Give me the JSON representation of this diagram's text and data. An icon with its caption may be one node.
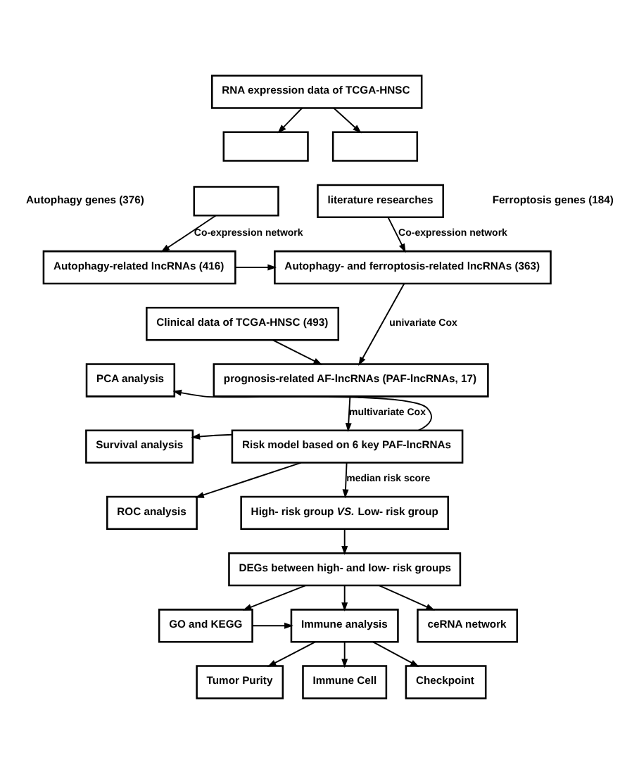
{
  "diagram": {
    "nodes": [
      {
        "text": [
          "RNA expression data of TCGA-HNSC"
        ]
      },
      {
        "text": [],
        "shape": "box"
      },
      {
        "text": [],
        "shape": "box"
      },
      {
        "text": [],
        "shape": "box"
      },
      {
        "text": [
          "literature researches"
        ]
      },
      {
        "text": [
          "Autophagy-related lncRNAs (416)"
        ]
      },
      {
        "text": [
          "Autophagy- and ferroptosis-related lncRNAs (363)"
        ]
      },
      {
        "text": [
          "Clinical data of TCGA-HNSC (493)"
        ]
      },
      {
        "text": [
          "prognosis-related AF-lncRNAs (PAF-lncRNAs, 17)"
        ]
      },
      {
        "text": [
          "PCA analysis"
        ]
      },
      {
        "text": [
          "Survival analysis"
        ]
      },
      {
        "text": [
          "ROC analysis"
        ]
      },
      {
        "text": [
          "Risk model based on 6 key PAF-lncRNAs"
        ]
      },
      {
        "text": [
          "High- risk group *VS.* Low- risk group"
        ]
      },
      {
        "text": [
          "DEGs between high- and low- risk groups"
        ]
      },
      {
        "text": [
          "GO and KEGG"
        ]
      },
      {
        "text": [
          "Immune analysis"
        ]
      },
      {
        "text": [
          "ceRNA network"
        ]
      },
      {
        "text": [
          "Tumor Purity"
        ]
      },
      {
        "text": [
          "Immune Cell"
        ]
      },
      {
        "text": [
          "Checkpoint"
        ]
      }
    ],
    "edges": [
      {
        "from": 0,
        "to": 1,
        "arrow": "to"
      },
      {
        "from": 0,
        "to": 3,
        "arrow": "to"
      },
      {
        "from": 2,
        "to": 5,
        "arrow": "to",
        "label": "Co-expression network"
      },
      {
        "from": 4,
        "to": 6,
        "arrow": "to",
        "label": "Co-expression network"
      },
      {
        "from": 5,
        "to": 6,
        "arrow": "to"
      },
      {
        "from": 6,
        "to": 8,
        "arrow": "to",
        "label": "univariate Cox"
      },
      {
        "from": 7,
        "to": 8,
        "arrow": "to"
      },
      {
        "from": 8,
        "to": 12,
        "arrow": "to",
        "label": "multivariate Cox"
      },
      {
        "from": 12,
        "to": 9,
        "arrow": "to"
      },
      {
        "from": 12,
        "to": 10,
        "arrow": "to"
      },
      {
        "from": 12,
        "to": 11,
        "arrow": "to"
      },
      {
        "from": 12,
        "to": 13,
        "arrow": "to",
        "label": "median risk score"
      },
      {
        "from": 13,
        "to": 14,
        "arrow": "to"
      },
      {
        "from": 14,
        "to": 15,
        "arrow": "to"
      },
      {
        "from": 14,
        "to": 16,
        "arrow": "to"
      },
      {
        "from": 14,
        "to": 17,
        "arrow": "to"
      },
      {
        "from": 15,
        "to": 16,
        "arrow": "to"
      },
      {
        "from": 16,
        "to": 18,
        "arrow": "to"
      },
      {
        "from": 16,
        "to": 19,
        "arrow": "to"
      },
      {
        "from": 16,
        "to": 20,
        "arrow": "to"
      }
    ],
    "labels": [
      "Autophagy genes (376)",
      "Ferroptosis genes (184)"
    ]
  }
}
